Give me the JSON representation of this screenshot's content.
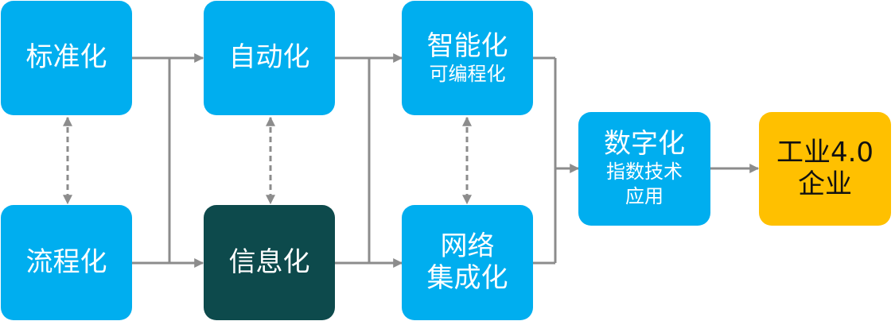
{
  "colors": {
    "node_blue": "#00AEEF",
    "node_dark": "#0D4A4C",
    "node_gold": "#FFC000",
    "connector": "#8C8C8C"
  },
  "nodes": {
    "standardization": {
      "label": "标准化"
    },
    "automation": {
      "label": "自动化"
    },
    "intelligence": {
      "label": "智能化",
      "sublabel": "可编程化"
    },
    "process": {
      "label": "流程化"
    },
    "informatization": {
      "label": "信息化"
    },
    "network": {
      "line1": "网络",
      "line2": "集成化"
    },
    "digitalization": {
      "label": "数字化",
      "line2": "指数技术",
      "line3": "应用"
    },
    "industry40": {
      "line1": "工业4.0",
      "line2": "企业"
    }
  }
}
